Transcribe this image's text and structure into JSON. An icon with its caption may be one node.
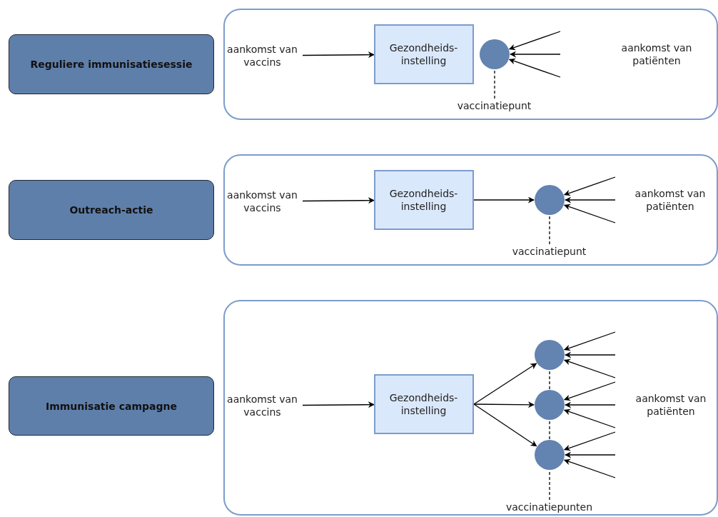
{
  "diagram": {
    "nodes": [
      {
        "text": [
          "Reguliere immunisatiesessie"
        ]
      },
      {
        "text": [],
        "shape": "box"
      },
      {
        "text": [
          "aankomst van vaccins"
        ],
        "in": 1
      },
      {
        "text": [
          "Gezondheids- instelling"
        ],
        "in": 1
      },
      {
        "text": [],
        "shape": "circle",
        "in": 1
      },
      {
        "text": [
          "vaccinatiepunt"
        ],
        "in": 1
      },
      {
        "text": [
          "Outreach-actie"
        ]
      },
      {
        "text": [],
        "shape": "box"
      },
      {
        "text": [
          "aankomst van vaccins"
        ],
        "in": 7
      },
      {
        "text": [
          "Gezondheids- instelling"
        ],
        "in": 7
      },
      {
        "text": [],
        "shape": "circle",
        "in": 7
      },
      {
        "text": [
          "vaccinatiepunt"
        ],
        "in": 7
      },
      {
        "text": [
          "Immunisatie campagne"
        ]
      },
      {
        "text": [],
        "shape": "box"
      },
      {
        "text": [
          "aankomst van vaccins"
        ],
        "in": 13
      },
      {
        "text": [
          "Gezondheids- instelling"
        ],
        "in": 13
      },
      {
        "text": [],
        "shape": "circle",
        "in": 13
      },
      {
        "text": [],
        "shape": "circle",
        "in": 13
      },
      {
        "text": [],
        "shape": "circle",
        "in": 13
      },
      {
        "text": [
          "vaccinatiepunten"
        ],
        "in": 13
      }
    ],
    "edges": [
      {
        "from": 2,
        "to": 3,
        "arrow": "to"
      },
      {
        "from": null,
        "to": 4,
        "arrow": "to"
      },
      {
        "from": null,
        "to": 4,
        "arrow": "to"
      },
      {
        "from": null,
        "to": 4,
        "arrow": "to"
      },
      {
        "from": 5,
        "to": 4,
        "arrow": "none",
        "style": "dashed"
      },
      {
        "from": 8,
        "to": 9,
        "arrow": "to"
      },
      {
        "from": 9,
        "to": 10,
        "arrow": "to"
      },
      {
        "from": null,
        "to": 10,
        "arrow": "to"
      },
      {
        "from": null,
        "to": 10,
        "arrow": "to"
      },
      {
        "from": null,
        "to": 10,
        "arrow": "to"
      },
      {
        "from": 11,
        "to": 10,
        "arrow": "none",
        "style": "dashed"
      },
      {
        "from": 14,
        "to": 15,
        "arrow": "to"
      },
      {
        "from": 15,
        "to": 16,
        "arrow": "to"
      },
      {
        "from": 15,
        "to": 17,
        "arrow": "to"
      },
      {
        "from": 15,
        "to": 18,
        "arrow": "to"
      },
      {
        "from": null,
        "to": 16,
        "arrow": "to"
      },
      {
        "from": null,
        "to": 16,
        "arrow": "to"
      },
      {
        "from": null,
        "to": 16,
        "arrow": "to"
      },
      {
        "from": null,
        "to": 17,
        "arrow": "to"
      },
      {
        "from": null,
        "to": 17,
        "arrow": "to"
      },
      {
        "from": null,
        "to": 17,
        "arrow": "to"
      },
      {
        "from": null,
        "to": 18,
        "arrow": "to"
      },
      {
        "from": null,
        "to": 18,
        "arrow": "to"
      },
      {
        "from": null,
        "to": 18,
        "arrow": "to"
      },
      {
        "from": 19,
        "to": 18,
        "arrow": "none",
        "style": "dashed"
      },
      {
        "from": 18,
        "to": 17,
        "arrow": "none",
        "style": "dashed"
      },
      {
        "from": 17,
        "to": 16,
        "arrow": "none",
        "style": "dashed"
      }
    ],
    "labels": [
      "aankomst van patiënten",
      "aankomst van patiënten",
      "aankomst van patiënten"
    ]
  }
}
